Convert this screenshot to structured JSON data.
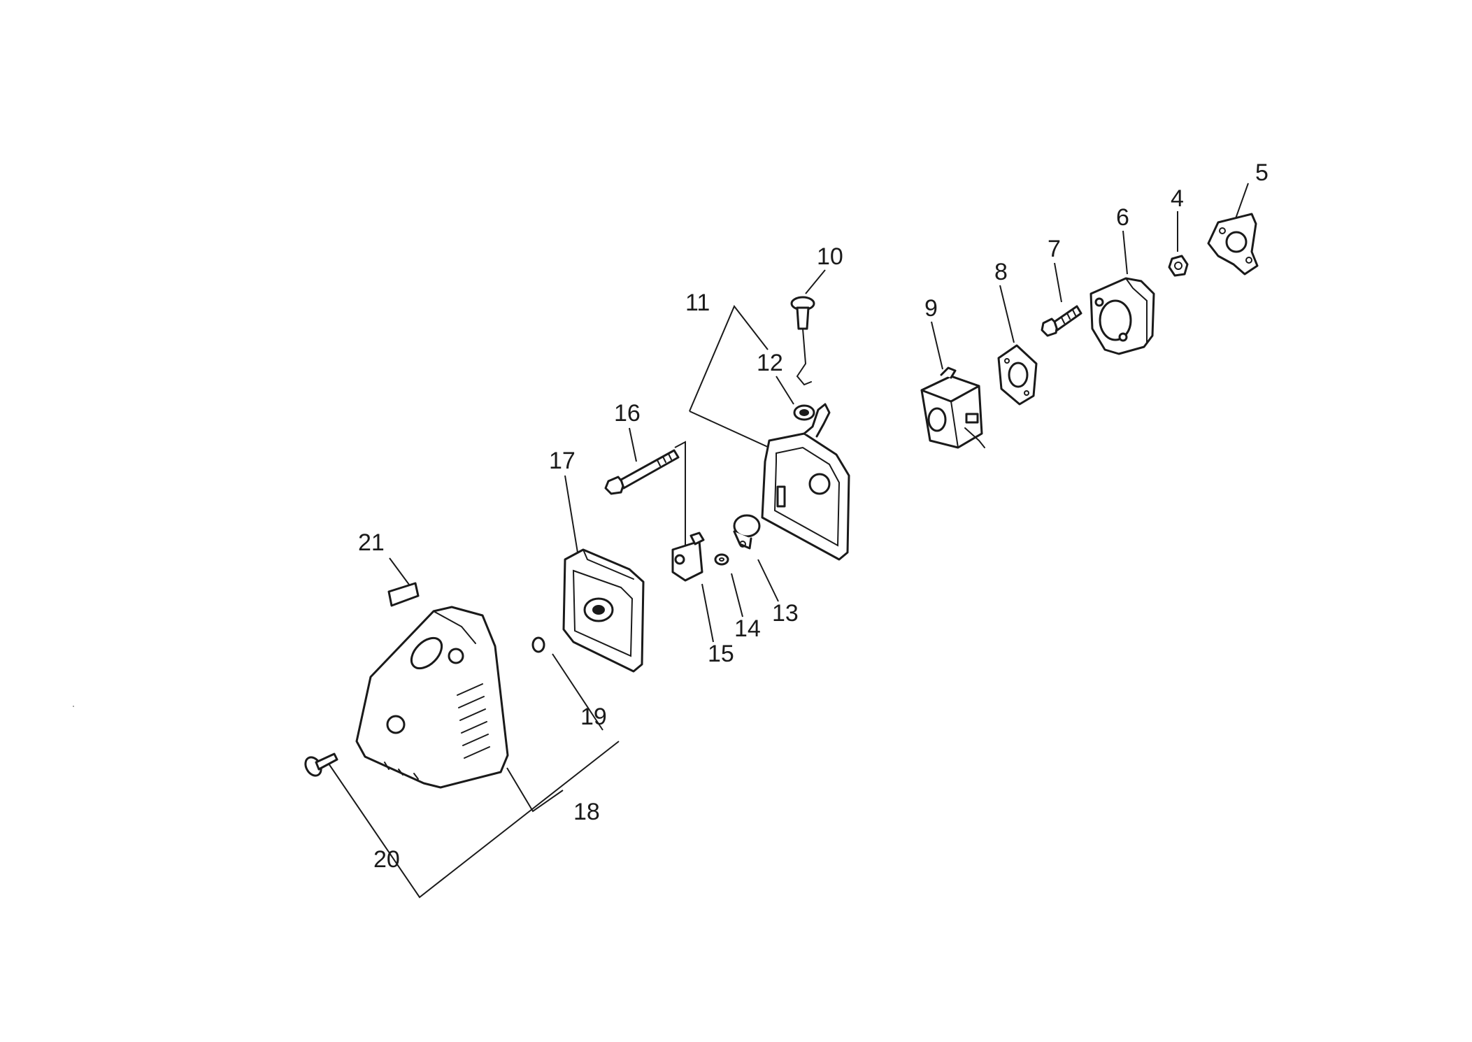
{
  "diagram": {
    "callouts": [
      {
        "id": "c4",
        "text": "4"
      },
      {
        "id": "c5",
        "text": "5"
      },
      {
        "id": "c6",
        "text": "6"
      },
      {
        "id": "c7",
        "text": "7"
      },
      {
        "id": "c8",
        "text": "8"
      },
      {
        "id": "c9",
        "text": "9"
      },
      {
        "id": "c10",
        "text": "10"
      },
      {
        "id": "c11",
        "text": "11"
      },
      {
        "id": "c12",
        "text": "12"
      },
      {
        "id": "c13",
        "text": "13"
      },
      {
        "id": "c14",
        "text": "14"
      },
      {
        "id": "c15",
        "text": "15"
      },
      {
        "id": "c16",
        "text": "16"
      },
      {
        "id": "c17",
        "text": "17"
      },
      {
        "id": "c18",
        "text": "18"
      },
      {
        "id": "c19",
        "text": "19"
      },
      {
        "id": "c20",
        "text": "20"
      },
      {
        "id": "c21",
        "text": "21"
      }
    ]
  }
}
